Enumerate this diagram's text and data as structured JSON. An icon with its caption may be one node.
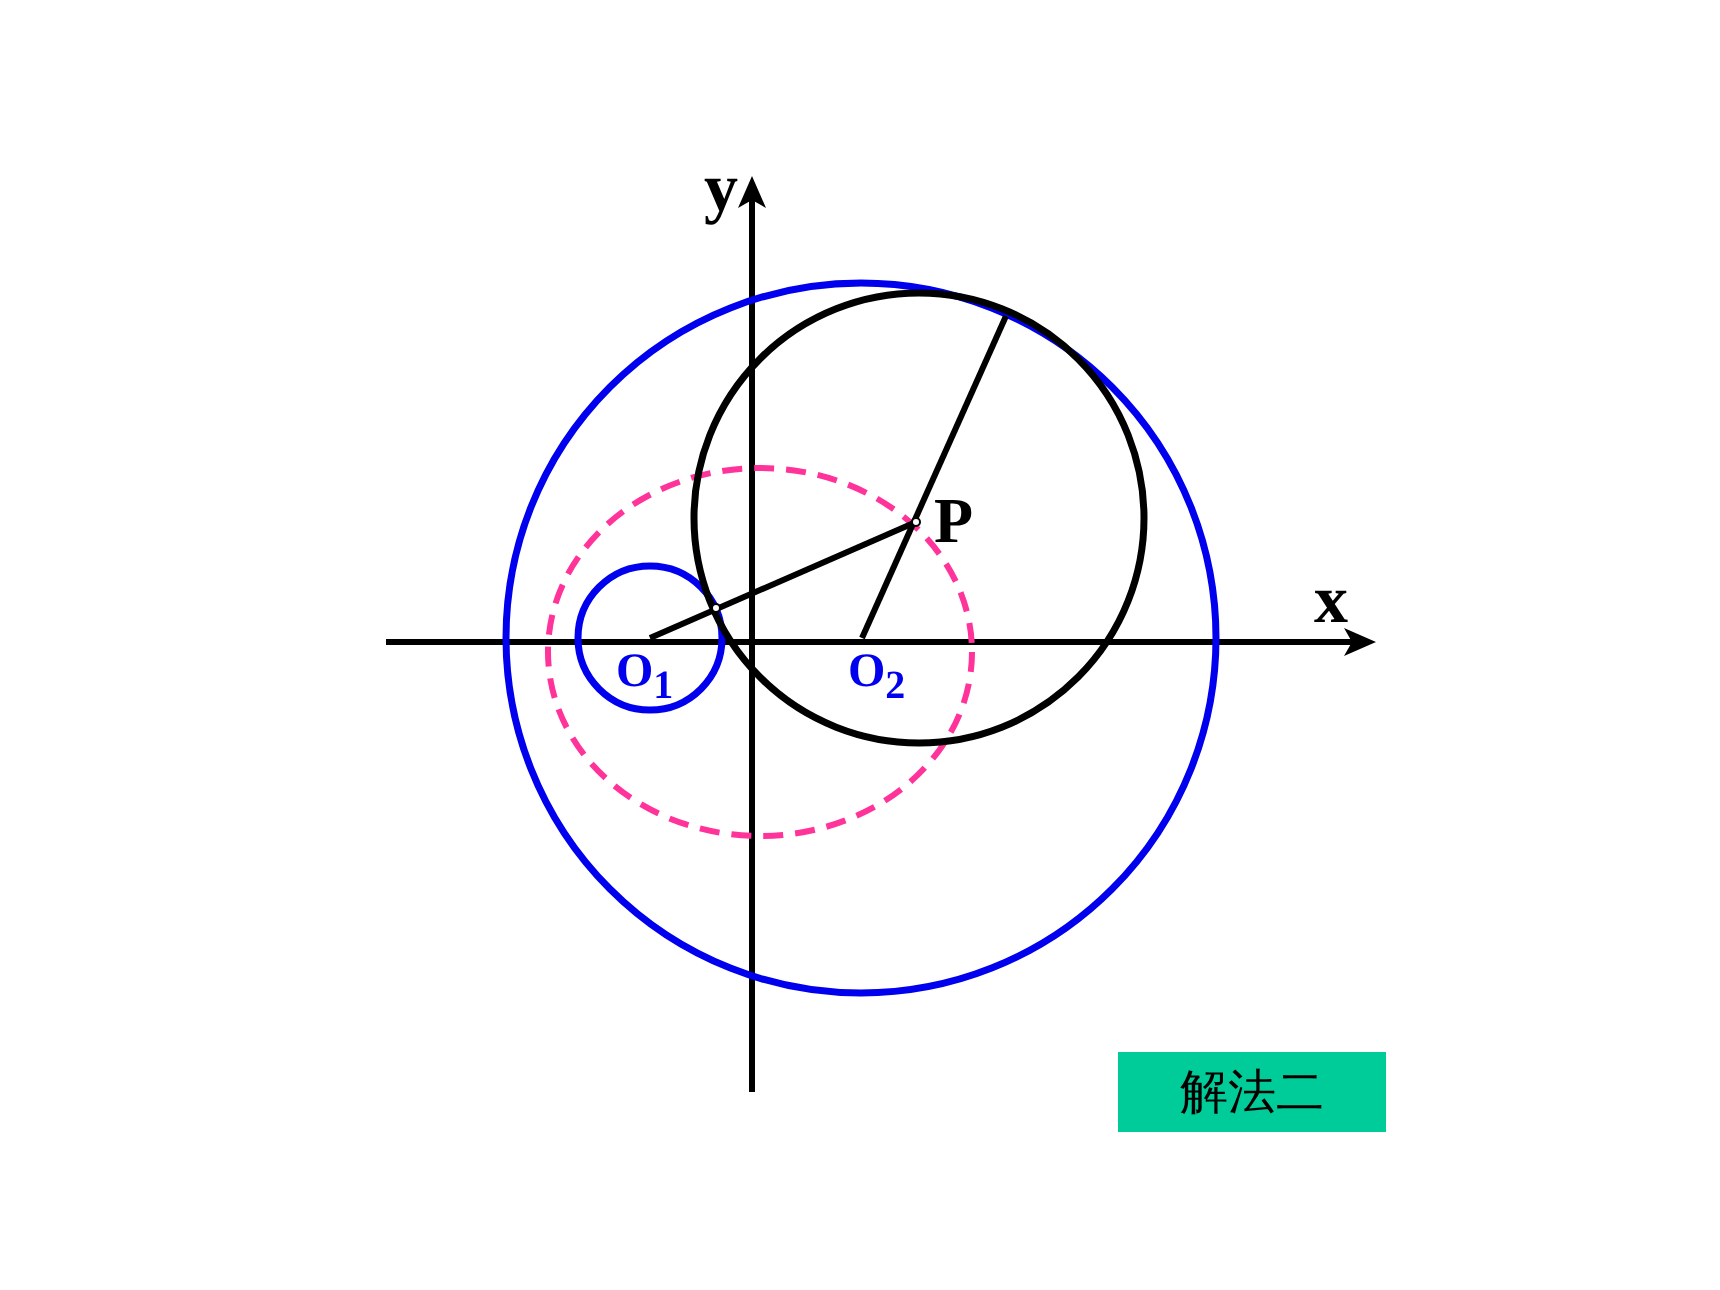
{
  "diagram": {
    "nodes": [
      {
        "text": [
          "解法二"
        ]
      }
    ],
    "labels": [
      "y",
      "x",
      "P",
      "O$_{1}$",
      "O$_{2}$"
    ]
  }
}
